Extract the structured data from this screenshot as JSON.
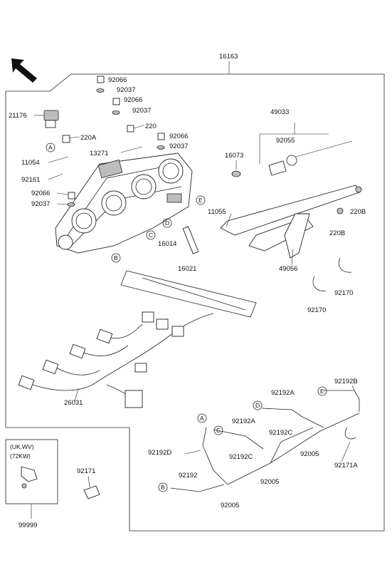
{
  "frame": {
    "main_part_number": "16163",
    "accessory_box_lines": [
      "(UK,WV)",
      "(72KW)"
    ],
    "accessory_box_part": "99999"
  },
  "part_numbers": {
    "p21176": "21176",
    "p92066a": "92066",
    "p92037a": "92037",
    "p92066b": "92066",
    "p92037b": "92037",
    "p220A": "220A",
    "p220": "220",
    "p92066c": "92066",
    "p92037c": "92037",
    "p13271": "13271",
    "p11054": "11054",
    "p92161": "92161",
    "p92066d": "92066",
    "p92037d": "92037",
    "p49033": "49033",
    "p92055": "92055",
    "p16073": "16073",
    "p11055": "11055",
    "p220B_a": "220B",
    "p220B_b": "220B",
    "p16014": "16014",
    "p49056": "49056",
    "p16021": "16021",
    "p92170a": "92170",
    "p92170b": "92170",
    "p26031": "26031",
    "p92192B": "92192B",
    "p92192A_a": "92192A",
    "p92192A_b": "92192A",
    "p92192C_a": "92192C",
    "p92192C_b": "92192C",
    "p92192D": "92192D",
    "p92192": "92192",
    "p92005a": "92005",
    "p92005b": "92005",
    "p92005c": "92005",
    "p92171A": "92171A",
    "p92171": "92171"
  },
  "reference_letters": {
    "A1": "A",
    "B1": "B",
    "C1": "C",
    "D1": "D",
    "E1": "E",
    "A2": "A",
    "B2": "B",
    "C2": "C",
    "D2": "D",
    "E2": "E"
  }
}
